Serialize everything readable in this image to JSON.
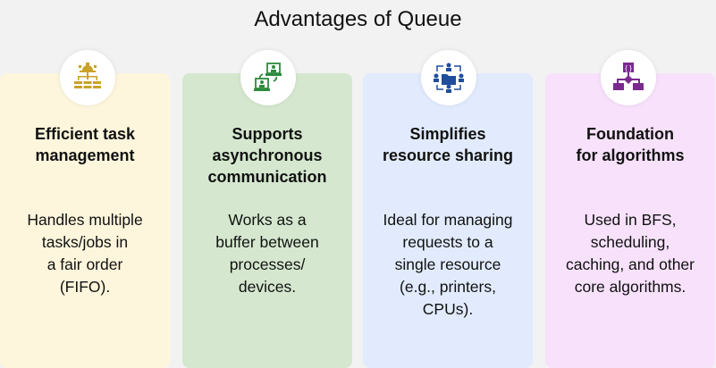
{
  "title": "Advantages of Queue",
  "cards": [
    {
      "heading": [
        "Efficient task",
        "management"
      ],
      "text": [
        "Handles multiple",
        "tasks/jobs in",
        "a fair order",
        "(FIFO)."
      ],
      "bg": "#fdf6dc",
      "icon": "task-hierarchy-gear-icon",
      "icon_color": "#c9a227"
    },
    {
      "heading": [
        "Supports",
        "asynchronous",
        "communication"
      ],
      "text": [
        "Works as a",
        "buffer between",
        "processes/",
        "devices."
      ],
      "bg": "#d5e8cf",
      "icon": "computers-exchange-icon",
      "icon_color": "#2e8b3e"
    },
    {
      "heading": [
        "Simplifies",
        "resource sharing"
      ],
      "text": [
        "Ideal for managing",
        "requests to a",
        "single resource",
        "(e.g., printers,",
        "CPUs)."
      ],
      "bg": "#e1ebfd",
      "icon": "shared-folder-users-icon",
      "icon_color": "#1f4e9c"
    },
    {
      "heading": [
        "Foundation",
        "for algorithms"
      ],
      "text": [
        "Used in BFS,",
        "scheduling,",
        "caching, and other",
        "core algorithms."
      ],
      "bg": "#f7e1fb",
      "icon": "flowchart-algorithm-icon",
      "icon_color": "#7a2a8f"
    }
  ]
}
